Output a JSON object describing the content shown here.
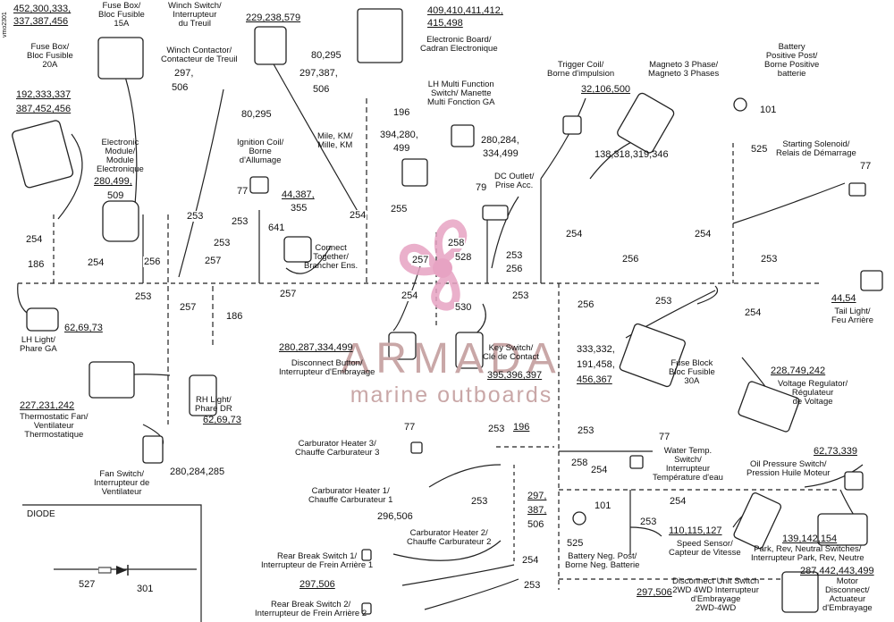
{
  "doc_code": "vmo2301",
  "logo": {
    "line1": "ARMADA",
    "line2": "marine outboards",
    "color": "#e7a3c3"
  },
  "diode_label": "DIODE",
  "components": [
    {
      "id": "fuse15",
      "label": "Fuse Box/\nBloc Fusible\n15A"
    },
    {
      "id": "fuse20",
      "label": "Fuse Box/\nBloc Fusible\n20A"
    },
    {
      "id": "winch_sw",
      "label": "Winch Switch/\nInterrupteur\ndu Treuil"
    },
    {
      "id": "winch_ct",
      "label": "Winch Contactor/\nContacteur de Treuil"
    },
    {
      "id": "board",
      "label": "Electronic Board/\nCadran Electronique"
    },
    {
      "id": "mile",
      "label": "Mile, KM/\nMille, KM"
    },
    {
      "id": "ecm",
      "label": "Electronic\nModule/\nModule\nElectronique"
    },
    {
      "id": "ign",
      "label": "Ignition Coil/\nBorne\nd'Allumage"
    },
    {
      "id": "lh_multi",
      "label": "LH Multi Function\nSwitch/ Manette\nMulti Fonction GA"
    },
    {
      "id": "trig",
      "label": "Trigger Coil/\nBorne d'impulsion"
    },
    {
      "id": "magneto",
      "label": "Magneto 3 Phase/\nMagneto 3 Phases"
    },
    {
      "id": "batt_pos",
      "label": "Battery\nPositive Post/\nBorne Positive\nbatterie"
    },
    {
      "id": "start_sol",
      "label": "Starting Solenoid/\nRelais de Démarrage"
    },
    {
      "id": "dc_out",
      "label": "DC Outlet/\nPrise Acc."
    },
    {
      "id": "connect",
      "label": "Connect\nTogether/\nBrancher Ens."
    },
    {
      "id": "lh_light",
      "label": "LH Light/\nPhare GA"
    },
    {
      "id": "tail",
      "label": "Tail Light/\nFeu Arrière"
    },
    {
      "id": "disc_btn",
      "label": "Disconnect Button/\nInterrupteur d'Embrayage"
    },
    {
      "id": "key",
      "label": "Key Switch/\nClé de Contact"
    },
    {
      "id": "fuse30",
      "label": "Fuse Block\nBloc Fusible\n30A"
    },
    {
      "id": "volt",
      "label": "Voltage Regulator/\nRégulateur\nde Voltage"
    },
    {
      "id": "thermo",
      "label": "Thermostatic Fan/\nVentilateur\nThermostatique"
    },
    {
      "id": "rh_light",
      "label": "RH Light/\nPhare DR"
    },
    {
      "id": "fan_sw",
      "label": "Fan Switch/\nInterrupteur de\nVentilateur"
    },
    {
      "id": "carb3",
      "label": "Carburator Heater 3/\nChauffe Carburateur 3"
    },
    {
      "id": "carb1",
      "label": "Carburator Heater 1/\nChauffe Carburateur 1"
    },
    {
      "id": "carb2",
      "label": "Carburator Heater 2/\nChauffe Carburateur 2"
    },
    {
      "id": "water",
      "label": "Water Temp.\nSwitch/\nInterrupteur\nTempérature d'eau"
    },
    {
      "id": "oil",
      "label": "Oil Pressure Switch/\nPression Huile Moteur"
    },
    {
      "id": "batt_neg",
      "label": "Battery Neg. Post/\nBorne Neg. Batterie"
    },
    {
      "id": "speed",
      "label": "Speed Sensor/\nCapteur de Vitesse"
    },
    {
      "id": "park",
      "label": "Park, Rev, Neutral Switches/\nInterrupteur Park, Rev, Neutre"
    },
    {
      "id": "rear1",
      "label": "Rear Break Switch 1/\nInterrupteur de Frein Arrière 1"
    },
    {
      "id": "rear2",
      "label": "Rear Break Switch 2/\nInterrupteur de Frein Arrière 2"
    },
    {
      "id": "disc_unit",
      "label": "Disconnect Unit Switch\n2WD 4WD Interrupteur\nd'Embrayage\n2WD-4WD"
    },
    {
      "id": "motor_disc",
      "label": "Motor\nDisconnect/\nActuateur\nd'Embrayage"
    }
  ],
  "part_numbers": [
    "452,300,333,",
    "337,387,456",
    "229,238,579",
    "409,410,411,412,",
    "415,498",
    "192,333,337",
    "387,452,456",
    "297,",
    "506",
    "80,295",
    "80,295",
    "297,387,",
    "506",
    "196",
    "394,280,",
    "499",
    "280,284,",
    "334,499",
    "32,106,500",
    "138,318,319,346",
    "101",
    "525",
    "77",
    "280,499,",
    "509",
    "77",
    "44,387,",
    "355",
    "641",
    "79",
    "62,69,73",
    "44,54",
    "280,287,334,499",
    "333,332,",
    "191,458,",
    "456,367",
    "395,396,397",
    "228,749,242",
    "227,231,242",
    "62,69,73",
    "280,284,285",
    "77",
    "296,506",
    "297,",
    "387,",
    "506",
    "77",
    "62,73,339",
    "101",
    "110,115,127",
    "139,142,154",
    "287,442,443,499",
    "297,506",
    "297,506",
    "525",
    "527",
    "301"
  ],
  "wire_numbers": [
    "254",
    "186",
    "254",
    "256",
    "253",
    "257",
    "253",
    "257",
    "253",
    "255",
    "254",
    "257",
    "253",
    "254",
    "257",
    "258",
    "528",
    "253",
    "256",
    "254",
    "256",
    "253",
    "253",
    "257",
    "186",
    "254",
    "253",
    "530",
    "256",
    "254",
    "253",
    "196",
    "253",
    "258",
    "254",
    "253",
    "254",
    "253",
    "254",
    "253"
  ]
}
